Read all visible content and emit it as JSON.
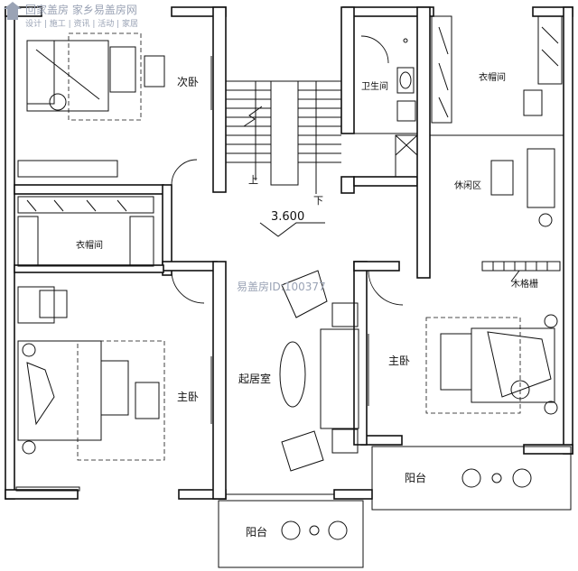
{
  "watermark": {
    "top_line": "回家盖房 家乡易盖房网",
    "top_sub": "设计 | 施工 | 资讯 | 活动 | 家居",
    "center": "易盖房ID:100377"
  },
  "rooms": {
    "secondary_bedroom": "次卧",
    "bathroom": "卫生间",
    "cloakroom_top": "衣帽间",
    "lounge": "休闲区",
    "cloakroom_left": "衣帽间",
    "living_room": "起居室",
    "master_bedroom_left": "主卧",
    "master_bedroom_right": "主卧",
    "wood_screen": "木格栅",
    "balcony_right": "阳台",
    "balcony_bottom": "阳台"
  },
  "stairs": {
    "level": "3.600",
    "up": "上",
    "down": "下"
  },
  "colors": {
    "line": "#111111",
    "watermark": "#9aa3b5",
    "background": "#ffffff"
  }
}
